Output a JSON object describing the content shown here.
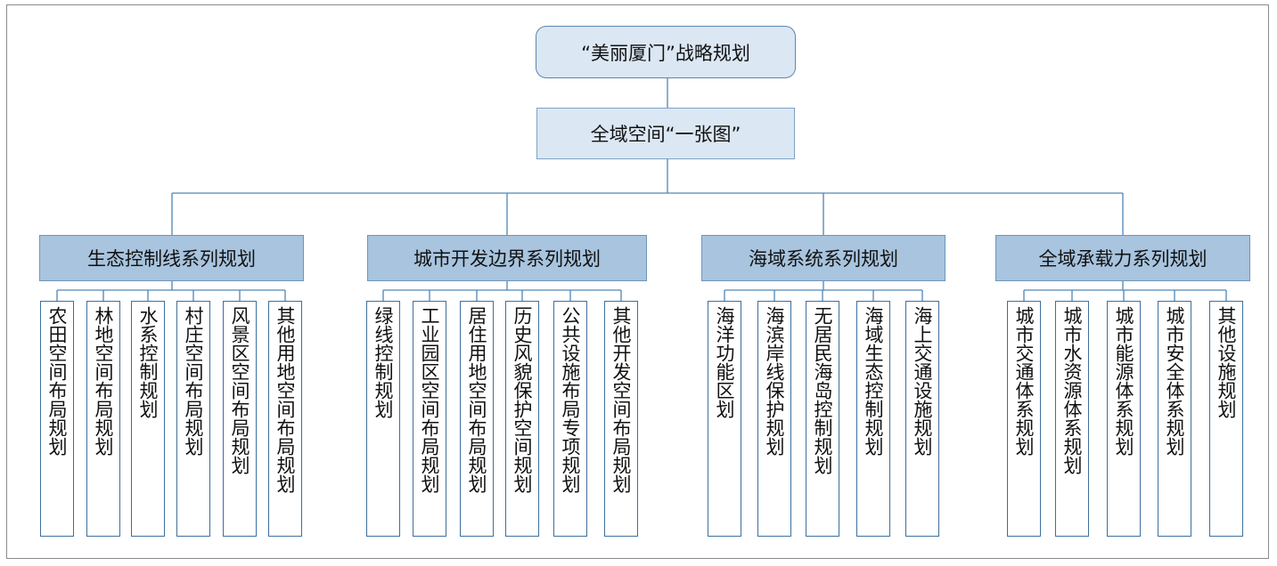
{
  "root": {
    "label": "“美丽厦门”战略规划"
  },
  "second": {
    "label": "全域空间“一张图”"
  },
  "categories": [
    {
      "label": "生态控制线系列规划",
      "items": [
        "农田空间布局规划",
        "林地空间布局规划",
        "水系控制规划",
        "村庄空间布局规划",
        "风景区空间布局规划",
        "其他用地空间布局规划"
      ]
    },
    {
      "label": "城市开发边界系列规划",
      "items": [
        "绿线控制规划",
        "工业园区空间布局规划",
        "居住用地空间布局规划",
        "历史风貌保护空间规划",
        "公共设施布局专项规划",
        "其他开发空间布局规划"
      ]
    },
    {
      "label": "海域系统系列规划",
      "items": [
        "海洋功能区划",
        "海滨岸线保护规划",
        "无居民海岛控制规划",
        "海域生态控制规划",
        "海上交通设施规划"
      ]
    },
    {
      "label": "全域承载力系列规划",
      "items": [
        "城市交通体系规划",
        "城市水资源体系规划",
        "城市能源体系规划",
        "城市安全体系规划",
        "其他设施规划"
      ]
    }
  ],
  "colors": {
    "connector": "#4f86b5",
    "category_fill": "#a8c4de",
    "top_fill": "#dbe7f3",
    "leaf_border": "#3e6f9c"
  }
}
